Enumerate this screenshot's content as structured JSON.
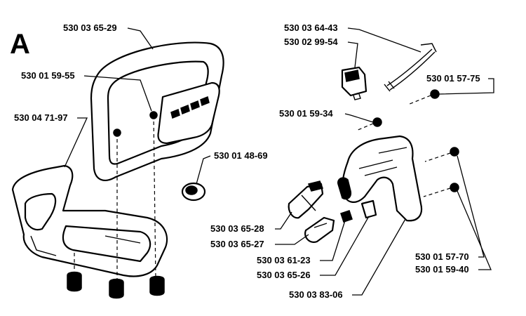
{
  "figure_letter": "A",
  "parts": {
    "p1": "530 03 65-29",
    "p2": "530 01 59-55",
    "p3": "530 04 71-97",
    "p4": "530 01 48-69",
    "p5": "530 03 64-43",
    "p6": "530 02 99-54",
    "p7": "530 01 57-75",
    "p8": "530 01 59-34",
    "p9": "530 03 65-28",
    "p10": "530 03 65-27",
    "p11": "530 03 61-23",
    "p12": "530 03 65-26",
    "p13": "530 03 83-06",
    "p14": "530 01 57-70",
    "p15": "530 01 59-40"
  }
}
